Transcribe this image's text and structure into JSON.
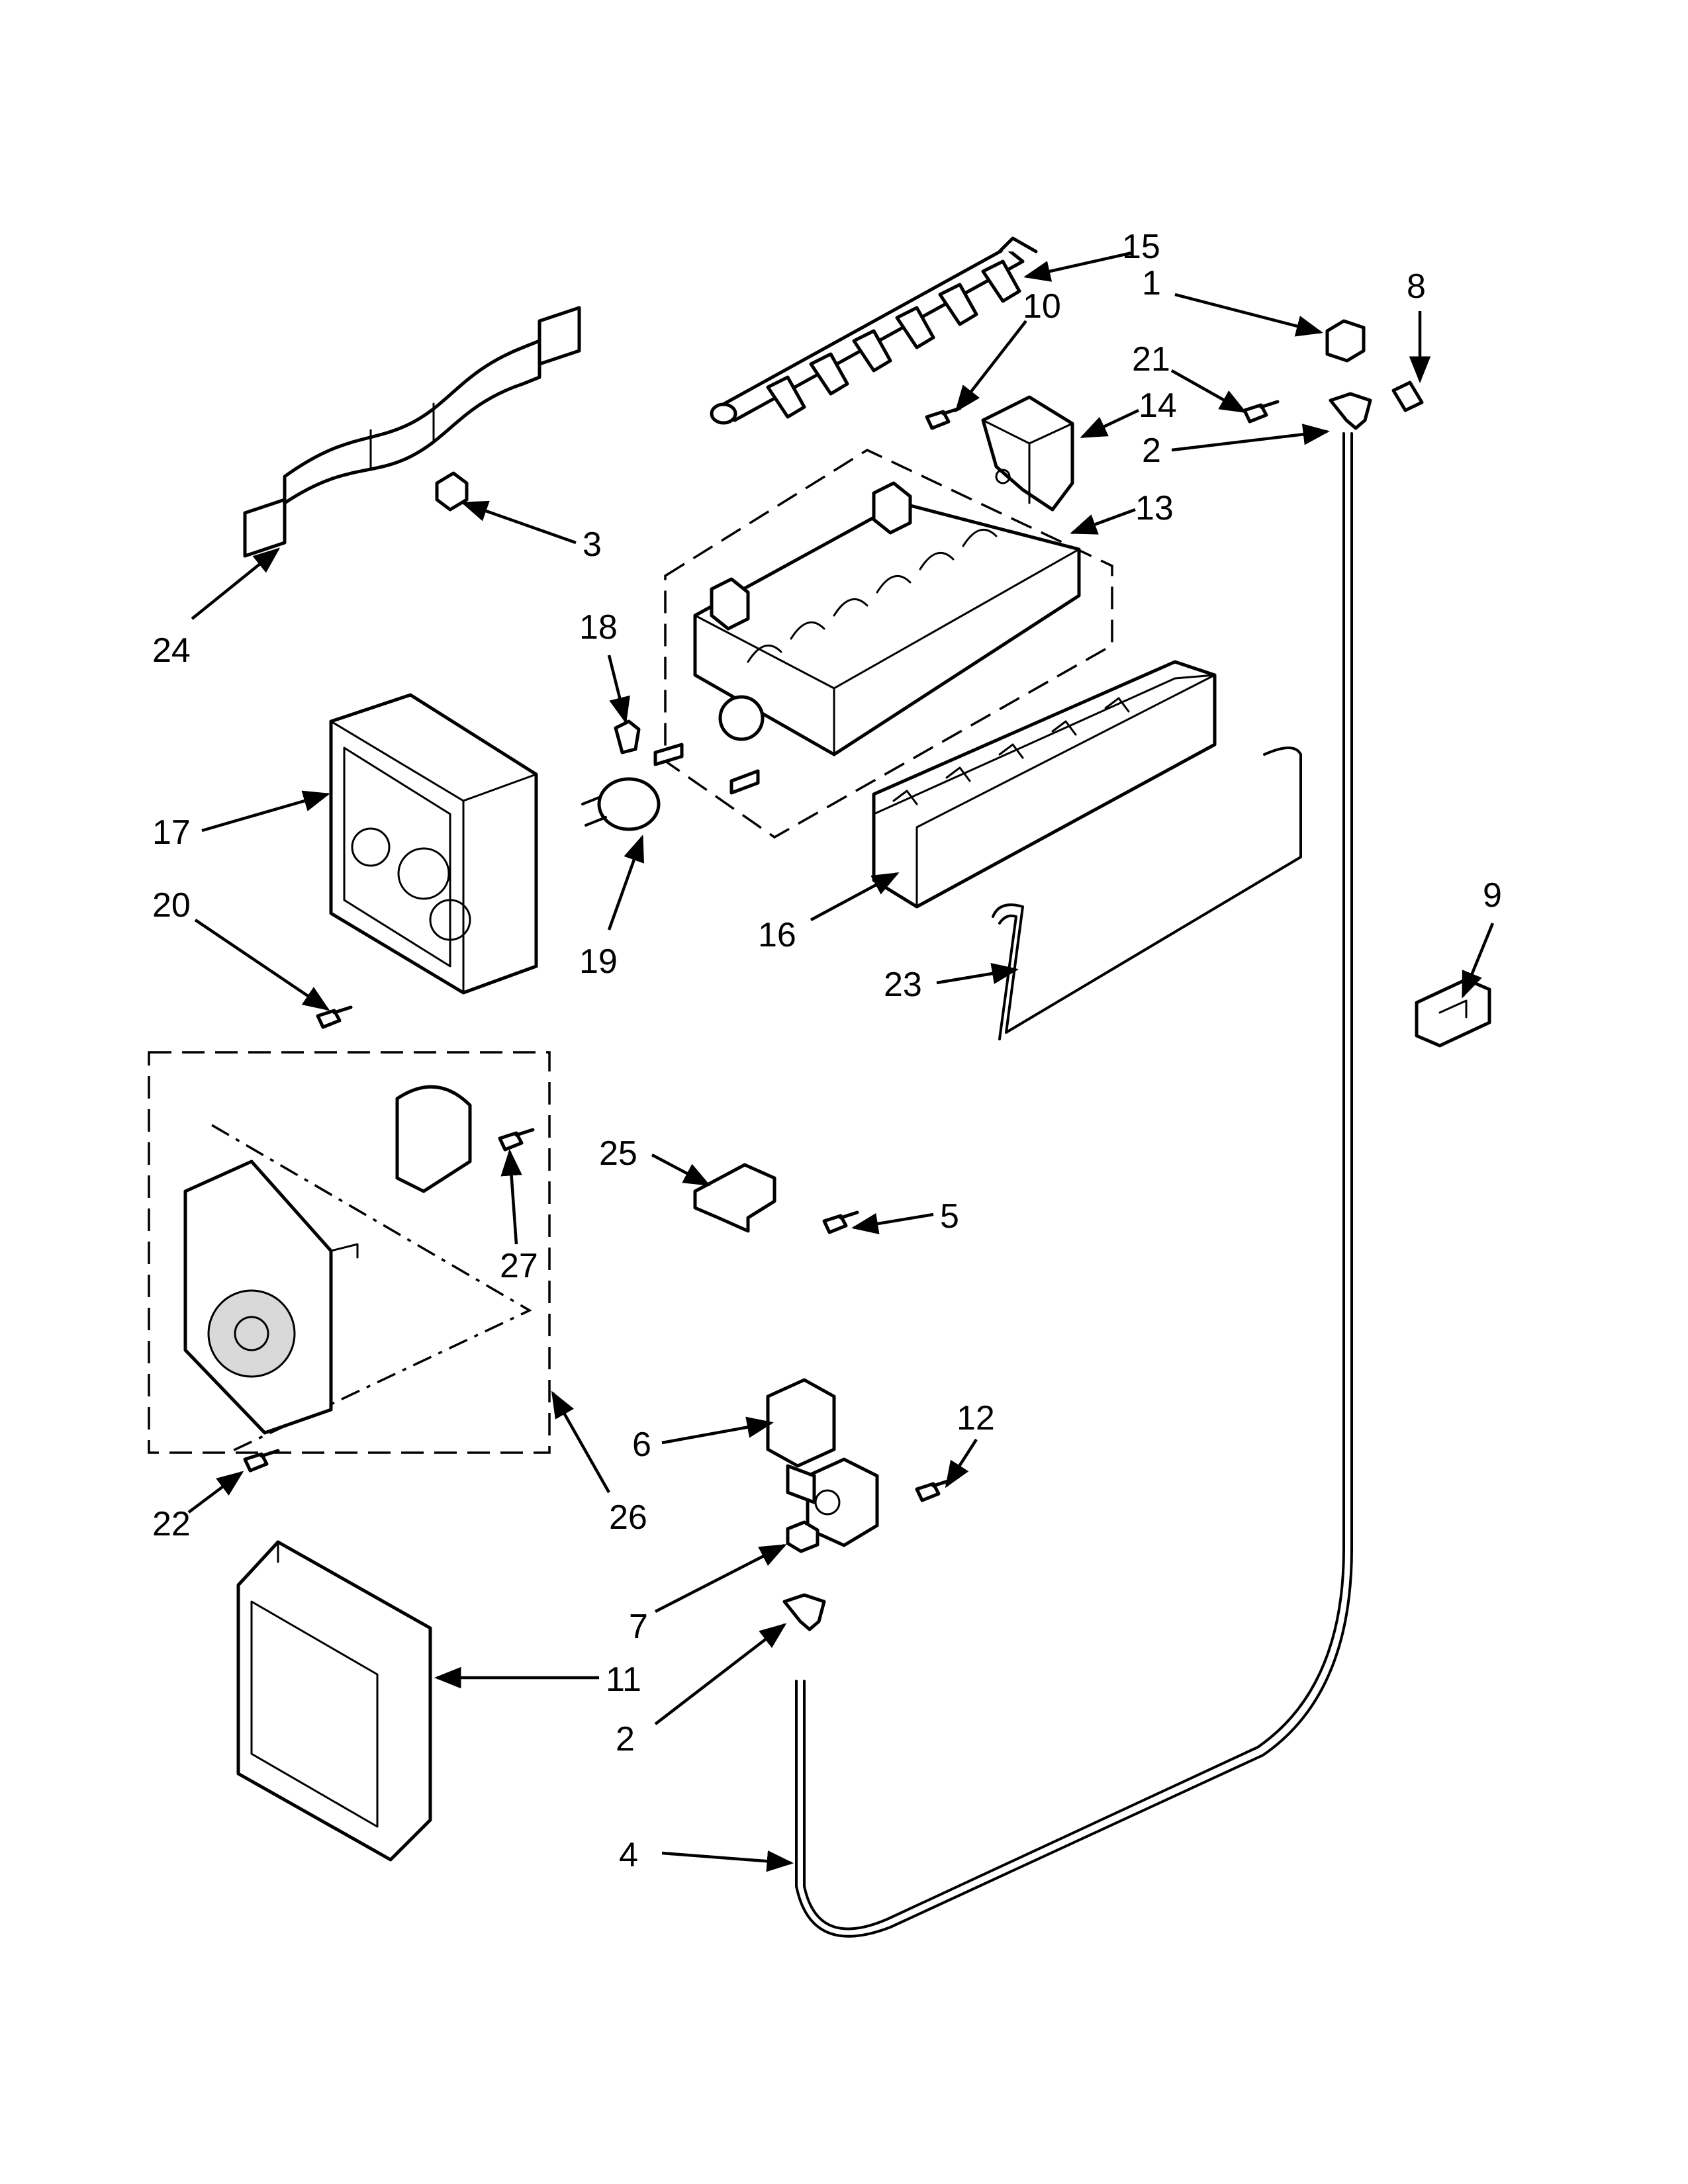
{
  "callouts": {
    "c1": "1",
    "c2a": "2",
    "c2b": "2",
    "c3": "3",
    "c4": "4",
    "c5": "5",
    "c6": "6",
    "c7": "7",
    "c8": "8",
    "c9": "9",
    "c10": "10",
    "c11": "11",
    "c12": "12",
    "c13": "13",
    "c14": "14",
    "c15": "15",
    "c16": "16",
    "c17": "17",
    "c18": "18",
    "c19": "19",
    "c20": "20",
    "c21": "21",
    "c22": "22",
    "c23": "23",
    "c24": "24",
    "c25": "25",
    "c26": "26",
    "c27": "27"
  }
}
